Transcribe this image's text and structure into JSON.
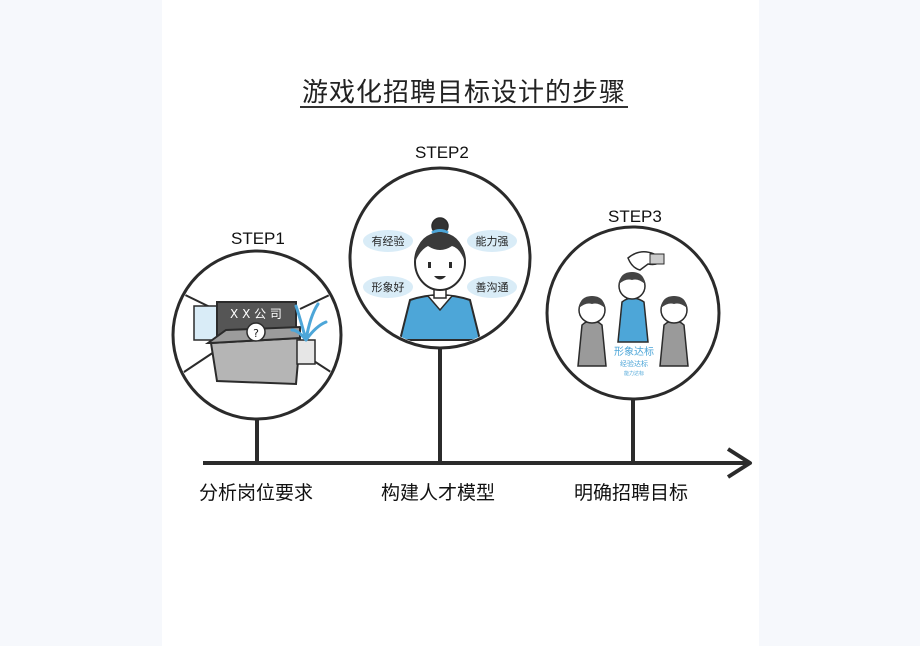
{
  "title": "游戏化招聘目标设计的步骤",
  "steps": [
    {
      "step": "STEP1",
      "phase": "分析岗位要求",
      "board_text": "X X 公 司",
      "question_mark": "?"
    },
    {
      "step": "STEP2",
      "phase": "构建人才模型",
      "traits": [
        "有经验",
        "能力强",
        "形象好",
        "善沟通"
      ]
    },
    {
      "step": "STEP3",
      "phase": "明确招聘目标",
      "criteria": [
        "形象达标",
        "经验达标",
        "能力达标"
      ]
    }
  ],
  "colors": {
    "accent_blue": "#4da6d8",
    "bubble_blue": "#d9ecf7",
    "gray_figure": "#9a9a9a",
    "line": "#2b2b2b"
  }
}
